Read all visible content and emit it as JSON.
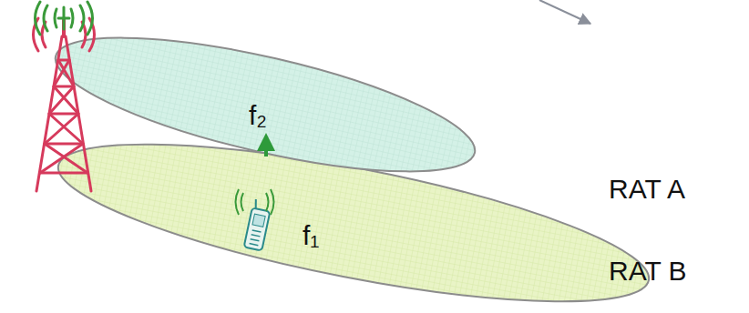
{
  "diagram": {
    "nodes": [
      {
        "text": [
          "f₂"
        ]
      },
      {
        "text": [
          "f₁"
        ]
      }
    ],
    "edges": [
      {
        "from": 1,
        "to": 0,
        "arrow": "to"
      }
    ],
    "labels": [
      "RAT A",
      "RAT B"
    ]
  }
}
